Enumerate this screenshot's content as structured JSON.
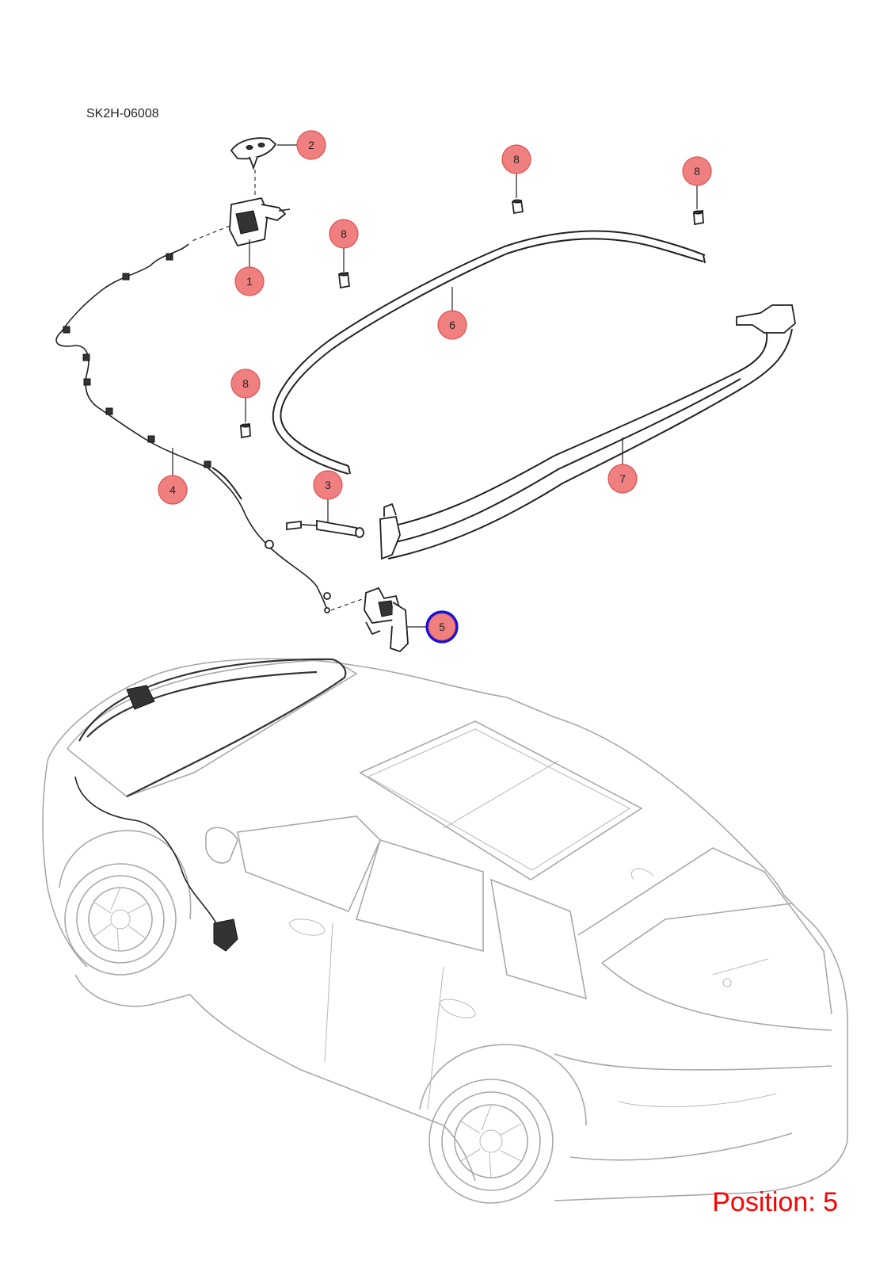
{
  "diagram_code": "SK2H-06008",
  "position_label": "Position: 5",
  "selected_callout": "5",
  "callouts": [
    {
      "label": "1",
      "name": "callout-1"
    },
    {
      "label": "2",
      "name": "callout-2"
    },
    {
      "label": "3",
      "name": "callout-3"
    },
    {
      "label": "4",
      "name": "callout-4"
    },
    {
      "label": "5",
      "name": "callout-5"
    },
    {
      "label": "6",
      "name": "callout-6"
    },
    {
      "label": "7",
      "name": "callout-7"
    },
    {
      "label": "8",
      "name": "callout-8a"
    },
    {
      "label": "8",
      "name": "callout-8b"
    },
    {
      "label": "8",
      "name": "callout-8c"
    },
    {
      "label": "8",
      "name": "callout-8d"
    }
  ],
  "colors": {
    "callout_fill": "#f08080",
    "selected_ring": "#1010e0",
    "position_text": "#ff0000"
  }
}
